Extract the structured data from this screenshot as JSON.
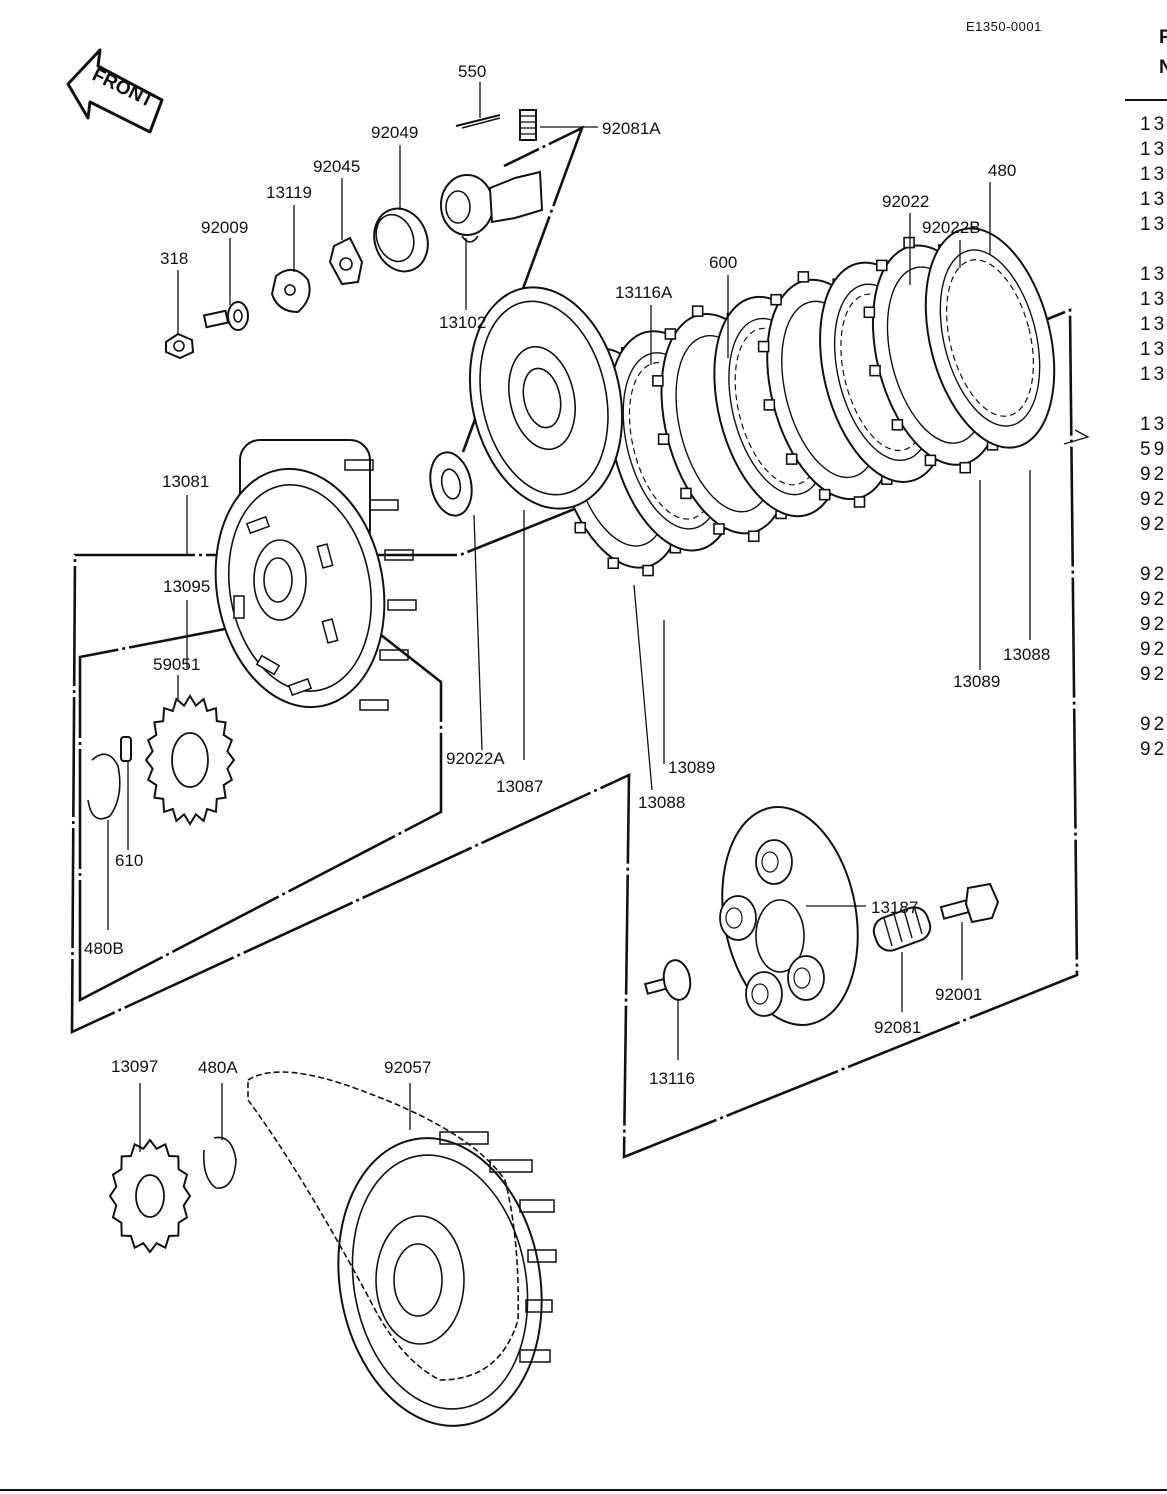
{
  "diagram_code": "E1350-0001",
  "front_arrow": {
    "text": "FRONT",
    "icon": "front-arrow-icon"
  },
  "labels": [
    {
      "id": "550",
      "text": "550"
    },
    {
      "id": "92081A",
      "text": "92081A"
    },
    {
      "id": "92049",
      "text": "92049"
    },
    {
      "id": "92045",
      "text": "92045"
    },
    {
      "id": "13119",
      "text": "13119"
    },
    {
      "id": "92009",
      "text": "92009"
    },
    {
      "id": "318",
      "text": "318"
    },
    {
      "id": "13102",
      "text": "13102"
    },
    {
      "id": "13116A",
      "text": "13116A"
    },
    {
      "id": "600",
      "text": "600"
    },
    {
      "id": "480",
      "text": "480"
    },
    {
      "id": "92022",
      "text": "92022"
    },
    {
      "id": "92022B",
      "text": "92022B"
    },
    {
      "id": "13081",
      "text": "13081"
    },
    {
      "id": "13095",
      "text": "13095"
    },
    {
      "id": "59051",
      "text": "59051"
    },
    {
      "id": "92022A",
      "text": "92022A"
    },
    {
      "id": "13087",
      "text": "13087"
    },
    {
      "id": "13089a",
      "text": "13089"
    },
    {
      "id": "13088a",
      "text": "13088"
    },
    {
      "id": "13089b",
      "text": "13089"
    },
    {
      "id": "13088b",
      "text": "13088"
    },
    {
      "id": "610",
      "text": "610"
    },
    {
      "id": "480B",
      "text": "480B"
    },
    {
      "id": "13187",
      "text": "13187"
    },
    {
      "id": "92001",
      "text": "92001"
    },
    {
      "id": "92081",
      "text": "92081"
    },
    {
      "id": "13116",
      "text": "13116"
    },
    {
      "id": "13097",
      "text": "13097"
    },
    {
      "id": "480A",
      "text": "480A"
    },
    {
      "id": "92057",
      "text": "92057"
    }
  ],
  "side_column": {
    "header": [
      "P",
      "N"
    ],
    "items": [
      "13",
      "13",
      "13",
      "13",
      "13",
      "13",
      "13",
      "13",
      "13",
      "13",
      "13",
      "59",
      "92",
      "92",
      "92",
      "92",
      "92",
      "92",
      "92",
      "92",
      "92",
      "92"
    ]
  }
}
